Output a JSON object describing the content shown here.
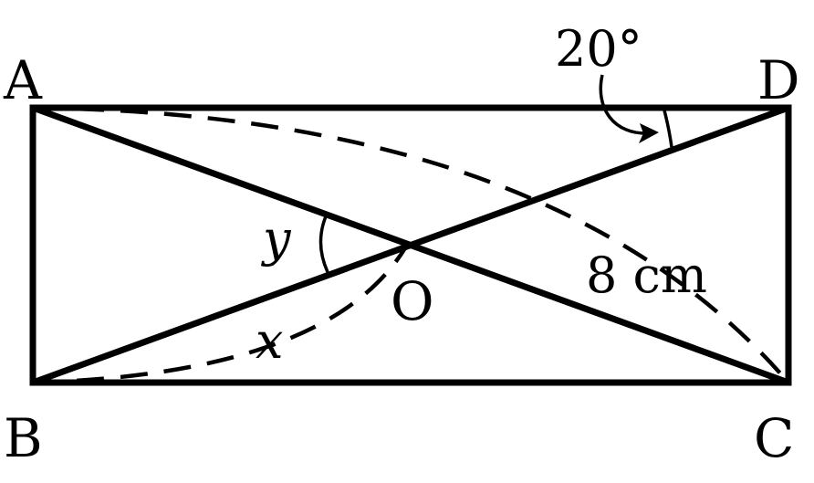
{
  "vertices": {
    "A": "A",
    "B": "B",
    "C": "C",
    "D": "D",
    "O": "O"
  },
  "angle_label": "20°",
  "var_x": "x",
  "var_y": "y",
  "arc_length": "8 cm"
}
